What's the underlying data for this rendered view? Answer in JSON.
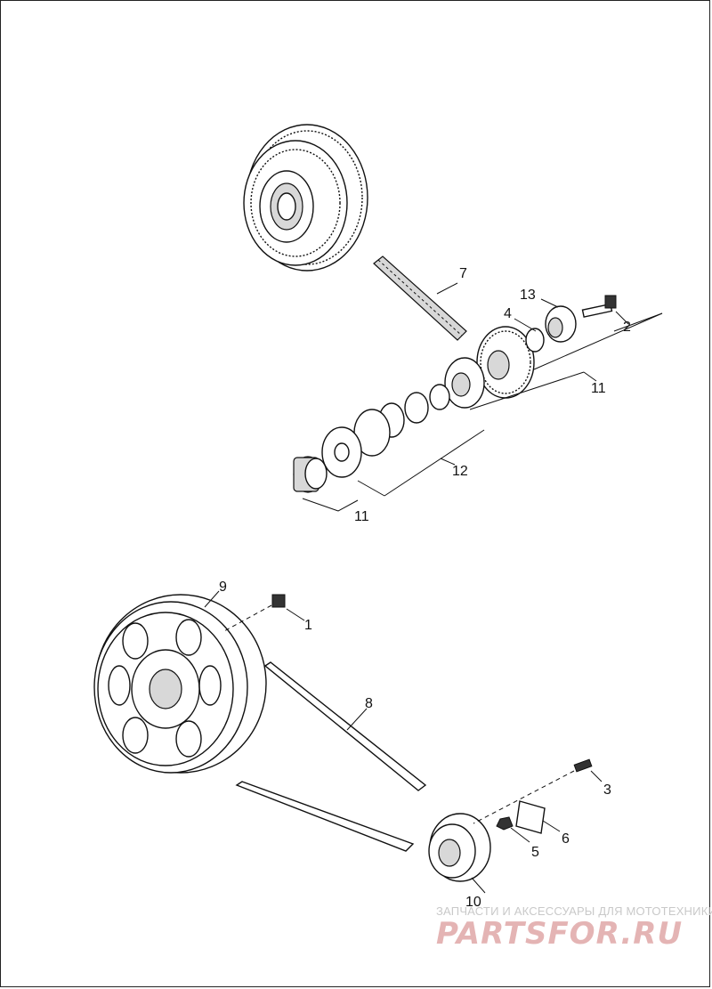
{
  "callouts": {
    "c1": "1",
    "c2": "2",
    "c3": "3",
    "c4": "4",
    "c5": "5",
    "c6": "6",
    "c7": "7",
    "c8": "8",
    "c9": "9",
    "c10": "10",
    "c11a": "11",
    "c11b": "11",
    "c12": "12",
    "c13": "13"
  },
  "watermark": {
    "tagline": "ЗАПЧАСТИ И АКСЕССУАРЫ ДЛЯ МОТОТЕХНИКИ",
    "brand": "PARTSFOR.RU"
  },
  "colors": {
    "line": "#111111",
    "watermark_red": "#e4b4b4",
    "watermark_grey": "#c9c9c9"
  }
}
